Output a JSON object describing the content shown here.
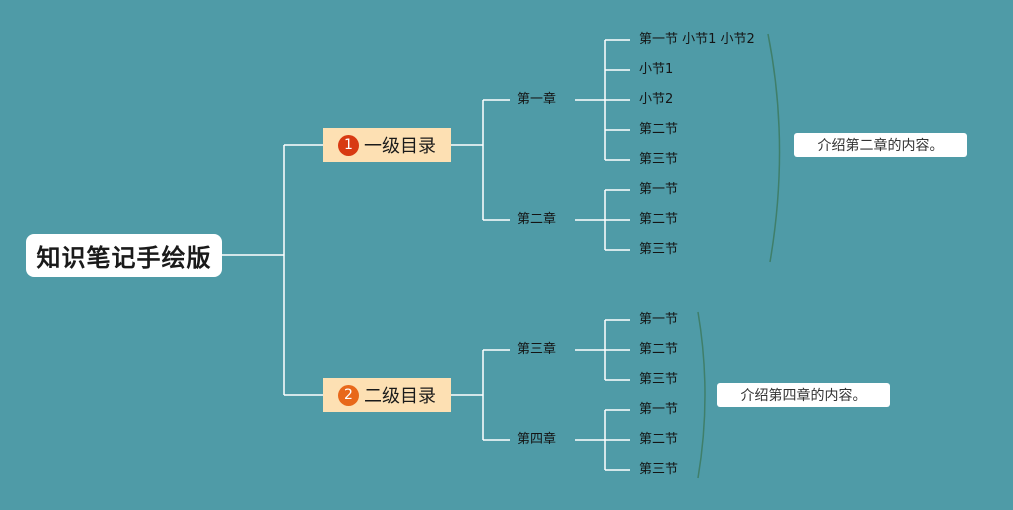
{
  "root": {
    "label": "知识笔记手绘版"
  },
  "groups": [
    {
      "number": "1",
      "badge_color": "#d83a12",
      "label": "一级目录",
      "chapters": [
        {
          "label": "第一章",
          "sections": [
            "第一节 小节1 小节2",
            "小节1",
            "小节2",
            "第二节",
            "第三节"
          ]
        },
        {
          "label": "第二章",
          "sections": [
            "第一节",
            "第二节",
            "第三节"
          ]
        }
      ],
      "summary": "介绍第二章的内容。"
    },
    {
      "number": "2",
      "badge_color": "#e8681a",
      "label": "二级目录",
      "chapters": [
        {
          "label": "第三章",
          "sections": [
            "第一节",
            "第二节",
            "第三节"
          ]
        },
        {
          "label": "第四章",
          "sections": [
            "第一节",
            "第二节",
            "第三节"
          ]
        }
      ],
      "summary": "介绍第四章的内容。"
    }
  ],
  "colors": {
    "background": "#4f9ba7",
    "line": "#ffffff",
    "node_fill": "#fde0b3",
    "summary_bracket": "#3f7f6a"
  }
}
